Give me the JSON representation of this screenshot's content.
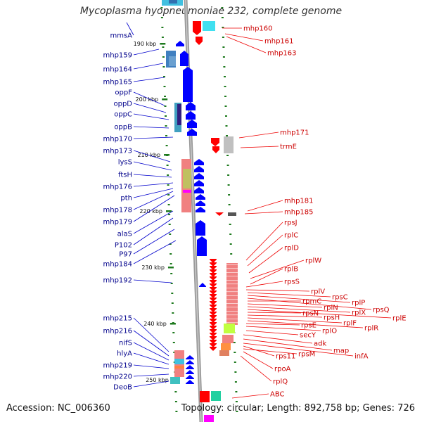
{
  "title": "Mycoplasma hyopneumoniae 232, complete genome",
  "footer": {
    "accession": "Accession: NC_006360",
    "info": "Topology: circular; Length: 892,758 bp; Genes: 726"
  },
  "ticks": [
    "190 kbp",
    "200 kbp",
    "210 kbp",
    "220 kbp",
    "230 kbp",
    "240 kbp",
    "250 kbp"
  ],
  "left_labels": [
    "mmsA",
    "mhp159",
    "mhp164",
    "mhp165",
    "oppF",
    "oppD",
    "oppC",
    "oppB",
    "mhp170",
    "mhp173",
    "lysS",
    "ftsH",
    "mhp176",
    "pth",
    "mhp178",
    "mhp179",
    "alaS",
    "P102",
    "P97",
    "mhp184",
    "mhp192",
    "mhp215",
    "mhp216",
    "nifS",
    "hlyA",
    "mhp219",
    "mhp220",
    "DeoB"
  ],
  "right_labels": [
    "mhp160",
    "mhp161",
    "mhp163",
    "mhp171",
    "trmE",
    "mhp181",
    "mhp185",
    "rpsJ",
    "rplC",
    "rplD",
    "rplW",
    "rplB",
    "rpsS",
    "rplV",
    "rpsC",
    "rplP",
    "rpsQ",
    "rpmC",
    "rplN",
    "rplX",
    "rplE",
    "rpsN",
    "rpsH",
    "rplF",
    "rplR",
    "rpsE",
    "rplO",
    "secY",
    "adk",
    "map",
    "infA",
    "rps11",
    "rpsM",
    "rpoA",
    "rplQ",
    "ABC"
  ],
  "colors": {
    "forward": "#0000ff",
    "reverse": "#ff0000",
    "left_label": "#00008b",
    "right_label": "#cc0000",
    "tick_mark": "#1e7a1e",
    "backbone": "#888888"
  }
}
